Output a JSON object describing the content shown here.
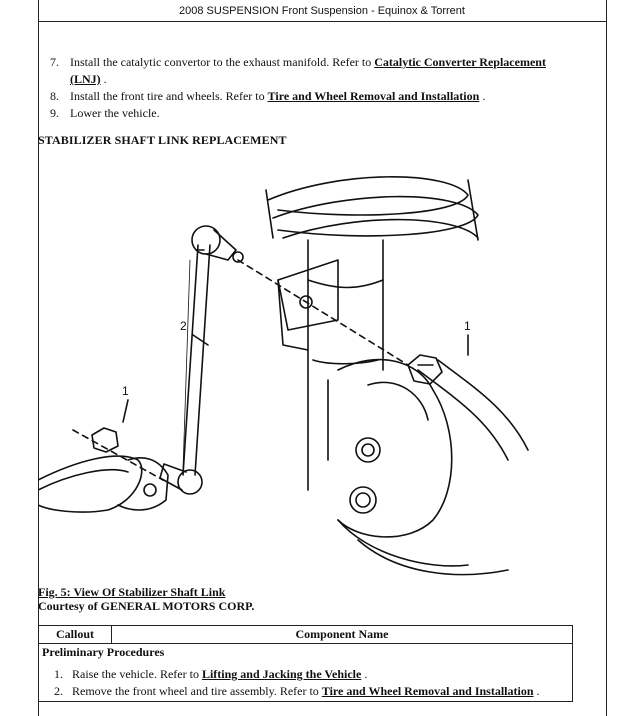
{
  "header": {
    "title": "2008 SUSPENSION Front Suspension - Equinox & Torrent"
  },
  "steps_top": [
    {
      "num": "7.",
      "text": "Install the catalytic convertor to the exhaust manifold. Refer to ",
      "link": "Catalytic Converter Replacement (LNJ)",
      "tail": " ."
    },
    {
      "num": "8.",
      "text": "Install the front tire and wheels. Refer to ",
      "link": "Tire and Wheel Removal and Installation",
      "tail": " ."
    },
    {
      "num": "9.",
      "text": "Lower the vehicle.",
      "link": "",
      "tail": ""
    }
  ],
  "section_title": "STABILIZER SHAFT LINK REPLACEMENT",
  "figure": {
    "callout_labels": [
      "1",
      "2",
      "1"
    ]
  },
  "caption": {
    "title": "Fig. 5: View Of Stabilizer Shaft Link",
    "courtesy": "Courtesy of GENERAL MOTORS CORP."
  },
  "table": {
    "headers": [
      "Callout",
      "Component Name"
    ],
    "section_row": "Preliminary Procedures",
    "procedures": [
      {
        "num": "1.",
        "text": "Raise the vehicle. Refer to ",
        "link": "Lifting and Jacking the Vehicle",
        "tail": " ."
      },
      {
        "num": "2.",
        "text": "Remove the front wheel and tire assembly. Refer to ",
        "link": "Tire and Wheel Removal and Installation",
        "tail": " ."
      }
    ]
  }
}
